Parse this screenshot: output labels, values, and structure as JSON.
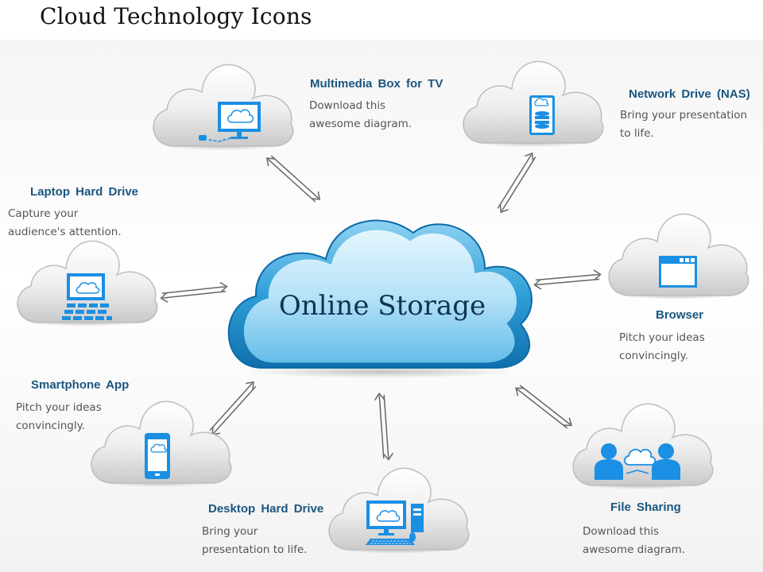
{
  "title": "Cloud Technology Icons",
  "center_label": "Online Storage",
  "colors": {
    "title_text": "#1a5680",
    "description_text": "#555555",
    "icon_blue": "#1a8fe3",
    "center_cloud_light": "#c9ecfc",
    "center_cloud_dark": "#2d9bd6",
    "center_text": "#0f3450"
  },
  "nodes": [
    {
      "id": "multimedia",
      "title": "Multimedia Box for TV",
      "description": "Download this awesome diagram.",
      "icon": "monitor-cloud-icon"
    },
    {
      "id": "nas",
      "title": "Network Drive (NAS)",
      "description": "Bring your presentation to life.",
      "icon": "network-drive-icon"
    },
    {
      "id": "laptop",
      "title": "Laptop Hard Drive",
      "description": "Capture your audience's attention.",
      "icon": "laptop-icon"
    },
    {
      "id": "browser",
      "title": "Browser",
      "description": "Pitch your ideas convincingly.",
      "icon": "browser-window-icon"
    },
    {
      "id": "smartphone",
      "title": "Smartphone App",
      "description": "Pitch your ideas convincingly.",
      "icon": "smartphone-icon"
    },
    {
      "id": "desktop",
      "title": "Desktop Hard Drive",
      "description": "Bring your presentation to life.",
      "icon": "desktop-computer-icon"
    },
    {
      "id": "filesharing",
      "title": "File Sharing",
      "description": "Download this awesome diagram.",
      "icon": "people-sharing-icon"
    }
  ]
}
